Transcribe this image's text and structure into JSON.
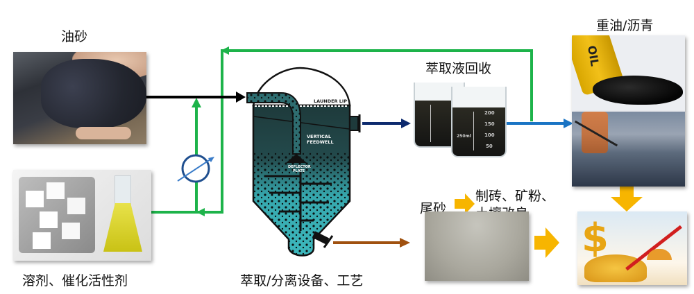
{
  "title": "油砂萃取分离工艺流程",
  "labels": {
    "oil_sand": "油砂",
    "solvent": "溶剂、催化活性剂",
    "equipment": "萃取/分离设备、工艺",
    "extract_recovery": "萃取液回收",
    "heavy_oil": "重油/沥青",
    "tailings": "尾砂",
    "tailings_use_line1": "制砖、矿粉、",
    "tailings_use_line2": "土壤改良"
  },
  "vessel_labels": {
    "launder_lip": "LAUNDER LIP",
    "vertical_feedwell_1": "VERTICAL",
    "vertical_feedwell_2": "FEEDWELL",
    "deflector_plate_1": "DEFLECTOR",
    "deflector_plate_2": "PLATE"
  },
  "beaker_marks": [
    "200",
    "150",
    "100",
    "50"
  ],
  "beaker_volume": "250ml",
  "barrel_text": "OIL",
  "colors": {
    "recycle_green": "#1db34a",
    "feed_black": "#000000",
    "extract_navy": "#0d2a6e",
    "product_blue": "#1a74c4",
    "tailings_brown": "#a0510f",
    "block_arrow_orange": "#f7b500",
    "vessel_dark": "#1f3f40",
    "vessel_teal": "#3cb8bd"
  }
}
